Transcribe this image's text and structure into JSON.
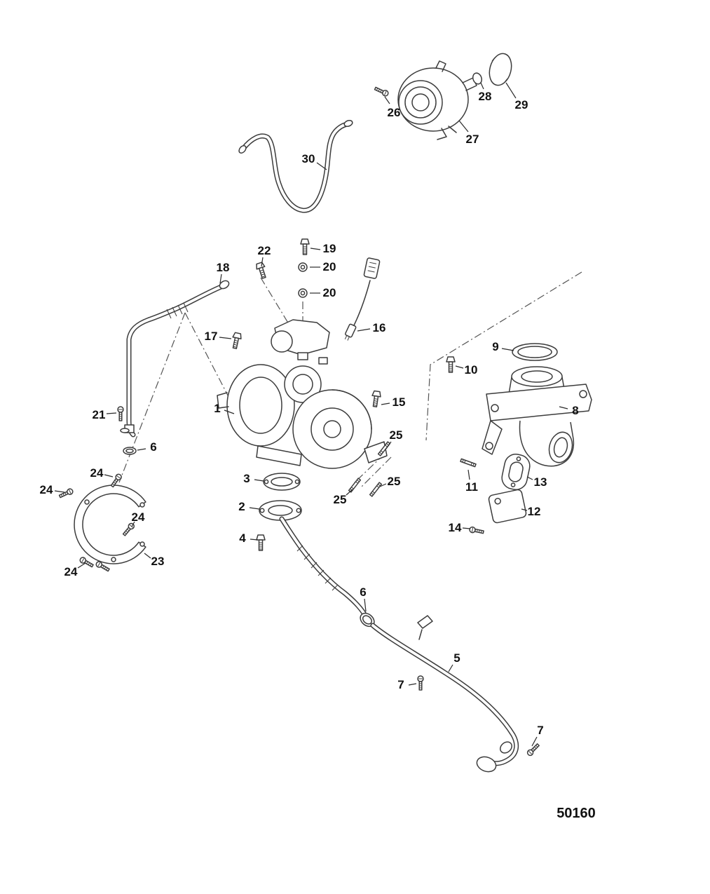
{
  "diagram": {
    "drawing_number": "50160",
    "callouts": [
      {
        "label": "26"
      },
      {
        "label": "27"
      },
      {
        "label": "28"
      },
      {
        "label": "29"
      },
      {
        "label": "30"
      },
      {
        "label": "22"
      },
      {
        "label": "19"
      },
      {
        "label": "20"
      },
      {
        "label": "18"
      },
      {
        "label": "20"
      },
      {
        "label": "16"
      },
      {
        "label": "17"
      },
      {
        "label": "9"
      },
      {
        "label": "10"
      },
      {
        "label": "8"
      },
      {
        "label": "15"
      },
      {
        "label": "1"
      },
      {
        "label": "21"
      },
      {
        "label": "6"
      },
      {
        "label": "25"
      },
      {
        "label": "24"
      },
      {
        "label": "24"
      },
      {
        "label": "3"
      },
      {
        "label": "25"
      },
      {
        "label": "13"
      },
      {
        "label": "11"
      },
      {
        "label": "24"
      },
      {
        "label": "2"
      },
      {
        "label": "25"
      },
      {
        "label": "12"
      },
      {
        "label": "14"
      },
      {
        "label": "4"
      },
      {
        "label": "23"
      },
      {
        "label": "24"
      },
      {
        "label": "6"
      },
      {
        "label": "5"
      },
      {
        "label": "7"
      },
      {
        "label": "7"
      }
    ]
  }
}
